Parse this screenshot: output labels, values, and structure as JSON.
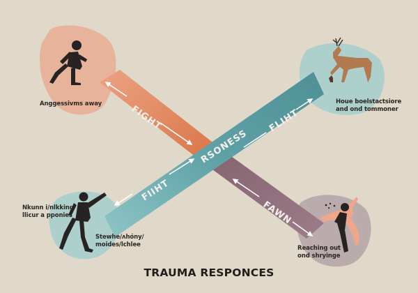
{
  "title": "TRAUMA RESPONCES",
  "colors": {
    "background": "#e0d8c8",
    "fight": "#e08458",
    "flight": "#5fa3a9",
    "fawn": "#8b6a77",
    "figure": "#262322",
    "deer": "#b27a4f",
    "arrow": "#ffffff"
  },
  "bands": {
    "fight_band": {
      "labels": [
        "FIGHT"
      ],
      "color_key": "fight"
    },
    "flight_band": {
      "labels": [
        "FIIHT",
        "RSONESS",
        "FLIHT"
      ],
      "color_key": "flight"
    },
    "fawn_band": {
      "labels": [
        "FAWN"
      ],
      "color_key": "fawn"
    }
  },
  "corners": {
    "top_left": {
      "icon": "running-person-icon",
      "caption": [
        "Anggessivms away"
      ]
    },
    "top_right": {
      "icon": "deer-icon",
      "caption": [
        "Houe boelstactsiore",
        "and ond tommoner"
      ]
    },
    "bottom_left": {
      "icon": "reaching-person-icon",
      "caption_left": [
        "Nkunn i/nlkking",
        "llicur a pponies"
      ],
      "caption_right": [
        "Stewhe/ʌhóny/",
        "moides/lchlee"
      ]
    },
    "bottom_right": {
      "icon": "embracing-figures-icon",
      "caption": [
        "Reaching out",
        "ond shryinge"
      ]
    }
  }
}
